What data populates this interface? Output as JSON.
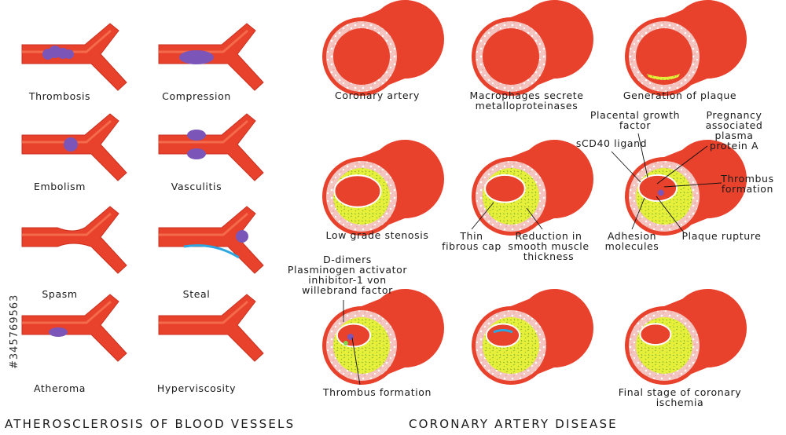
{
  "watermark": "#345769563",
  "colors": {
    "vessel": "#e8412c",
    "vessel_dark": "#c9301f",
    "lumen": "#f36a4d",
    "wall": "#f3c4c0",
    "plaque": "#e6ef3a",
    "clot": "#7b55b8",
    "steal_line": "#2ea6e0",
    "text": "#1a1a1a"
  },
  "titles": {
    "left": "ATHEROSCLEROSIS OF BLOOD VESSELS",
    "right": "CORONARY ARTERY DISEASE"
  },
  "vessels": [
    {
      "label": "Thrombosis"
    },
    {
      "label": "Compression"
    },
    {
      "label": "Embolism"
    },
    {
      "label": "Vasculitis"
    },
    {
      "label": "Spasm"
    },
    {
      "label": "Steal"
    },
    {
      "label": "Atheroma"
    },
    {
      "label": "Hyperviscosity"
    }
  ],
  "arteries": [
    {
      "lines": [
        "Coronary artery"
      ],
      "plaque": 0
    },
    {
      "lines": [
        "Macrophages secrete",
        "metalloproteinases"
      ],
      "plaque": 0
    },
    {
      "lines": [
        "Generation of plaque"
      ],
      "plaque": 0.1
    },
    {
      "lines": [
        "Low grade stenosis"
      ],
      "plaque": 0.4
    },
    {
      "lines": [],
      "plaque": 0.6
    },
    {
      "lines": [],
      "plaque": 0.65
    },
    {
      "lines": [
        "Thrombus formation"
      ],
      "plaque": 0.8
    },
    {
      "lines": [],
      "plaque": 0.8
    },
    {
      "lines": [
        "Final stage of coronary",
        "ischemia"
      ],
      "plaque": 0.88
    }
  ],
  "annotations": {
    "thin_cap": [
      "Thin",
      "fibrous cap"
    ],
    "smooth_muscle": [
      "Reduction in",
      "smooth muscle",
      "thickness"
    ],
    "placental": [
      "Placental growth",
      "factor"
    ],
    "pregnancy": [
      "Pregnancy",
      "associated",
      "plasma",
      "protein A"
    ],
    "scd40": [
      "sCD40 ligand"
    ],
    "thrombus_formation_r": [
      "Thrombus",
      "formation"
    ],
    "adhesion": [
      "Adhesion",
      "molecules"
    ],
    "plaque_rupture": [
      "Plaque rupture"
    ],
    "ddimers": [
      "D-dimers",
      "Plasminogen activator",
      "inhibitor-1 von",
      "willebrand factor"
    ]
  }
}
